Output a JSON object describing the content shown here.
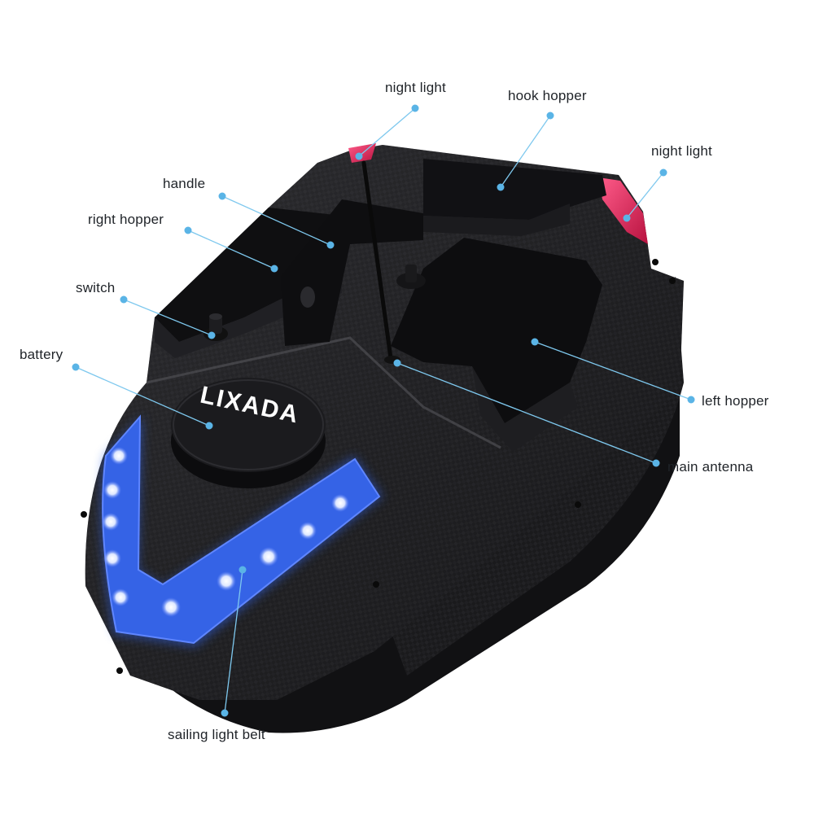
{
  "brand": {
    "logo_text": "LIXADA"
  },
  "colors": {
    "callout": "#7ec8ee",
    "hull": "#1c1c1e",
    "led_belt": "#2f5fe0",
    "night_light": "#e0245e"
  },
  "callouts": {
    "night_light_left": "night light",
    "hook_hopper": "hook hopper",
    "night_light_right": "night light",
    "handle": "handle",
    "right_hopper": "right hopper",
    "switch": "switch",
    "battery": "battery",
    "left_hopper": "left hopper",
    "main_antenna": "main antenna",
    "sailing_light_belt": "sailing light belt"
  }
}
